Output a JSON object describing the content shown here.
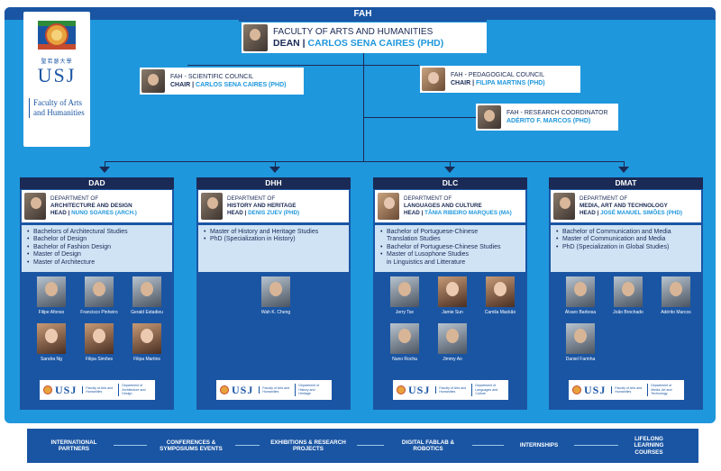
{
  "top": {
    "label": "FAH"
  },
  "logo": {
    "chinese": "聖若瑟大學",
    "name": "USJ",
    "subtitle": "Faculty of Arts and Humanities"
  },
  "dean": {
    "title": "FACULTY OF ARTS AND HUMANITIES",
    "role": "DEAN",
    "name": "CARLOS SENA CAIRES (PHD)"
  },
  "council_scientific": {
    "title": "FAH - SCIENTIFIC COUNCIL",
    "role": "CHAIR",
    "name": "CARLOS SENA CAIRES (PHD)"
  },
  "council_pedagogical": {
    "title": "FAH - PEDAGOGICAL COUNCIL",
    "role": "CHAIR",
    "name": "FILIPA MARTINS (PHD)"
  },
  "research": {
    "title": "FAH - RESEARCH COORDINATOR",
    "name": "ADÉRITO F. MARCOS (PHD)"
  },
  "departments": [
    {
      "code": "DAD",
      "dept_prefix": "DEPARTMENT OF",
      "dept_name": "ARCHITECTURE AND DESIGN",
      "head_role": "HEAD",
      "head_name": "NUNO SOARES (ARCH.)",
      "programs": [
        "Bachelors of Architectural Studies",
        "Bachelor of Design",
        "Bachelor of Fashion Design",
        "Master of Design",
        "Master of Architecture"
      ],
      "people": [
        "Filipe Afonso",
        "Francisco Pinheiro",
        "Gerald Estadieu",
        "Sandra Ng",
        "Filipa Simões",
        "Filipa Martins"
      ],
      "logo_text": "Department of Architecture and Design"
    },
    {
      "code": "DHH",
      "dept_prefix": "DEPARTMENT OF",
      "dept_name": "HISTORY AND HERITAGE",
      "head_role": "HEAD",
      "head_name": "DENIS ZUEV (PHD)",
      "programs": [
        "Master of History and Heritage Studies",
        "PhD (Specialization in History)"
      ],
      "people": [
        "Wah K. Cheng"
      ],
      "logo_text": "Department of History and Heritage"
    },
    {
      "code": "DLC",
      "dept_prefix": "DEPARTMENT OF",
      "dept_name": "LANGUAGES AND CULTURE",
      "head_role": "HEAD",
      "head_name": "TÂNIA RIBEIRO MARQUES (MA)",
      "programs": [
        "Bachelor of Portuguese-Chinese",
        "Translation Studies",
        "Bachelor of Portuguese-Chinese Studies",
        "Master of Lusophone Studies",
        "in Linguistics and Litterature"
      ],
      "people": [
        "Jerry Tse",
        "Jamie Sun",
        "Camila Mackão",
        "Nuno Rocha",
        "Jimmy Ao"
      ],
      "logo_text": "Department of Languages and Culture"
    },
    {
      "code": "DMAT",
      "dept_prefix": "DEPARTMENT OF",
      "dept_name": "MEDIA, ART AND TECHNOLOGY",
      "head_role": "HEAD",
      "head_name": "JOSÉ MANUEL SIMÕES (PHD)",
      "programs": [
        "Bachelor of Communication and Media",
        "Master of Communication and Media",
        "PhD (Specialization in Global Studies)"
      ],
      "people": [
        "Álvaro Barbosa",
        "João Brochado",
        "Adérito Marcos",
        "Daniel Farinha"
      ],
      "logo_text": "Department of Media, Art and Technology"
    }
  ],
  "faculty_logo_text": "Faculty of Arts and Humanities",
  "bottom": [
    "INTERNATIONAL PARTNERS",
    "CONFERENCES & SYMPOSIUMS EVENTS",
    "EXHIBITIONS & RESEARCH PROJECTS",
    "DIGITAL FABLAB & ROBOTICS",
    "INTERNSHIPS",
    "LIFELONG LEARNING COURSES"
  ],
  "colors": {
    "navy": "#1a2a55",
    "blue": "#1a55a3",
    "sky": "#1f97dc",
    "pale": "#cfe3f5"
  }
}
